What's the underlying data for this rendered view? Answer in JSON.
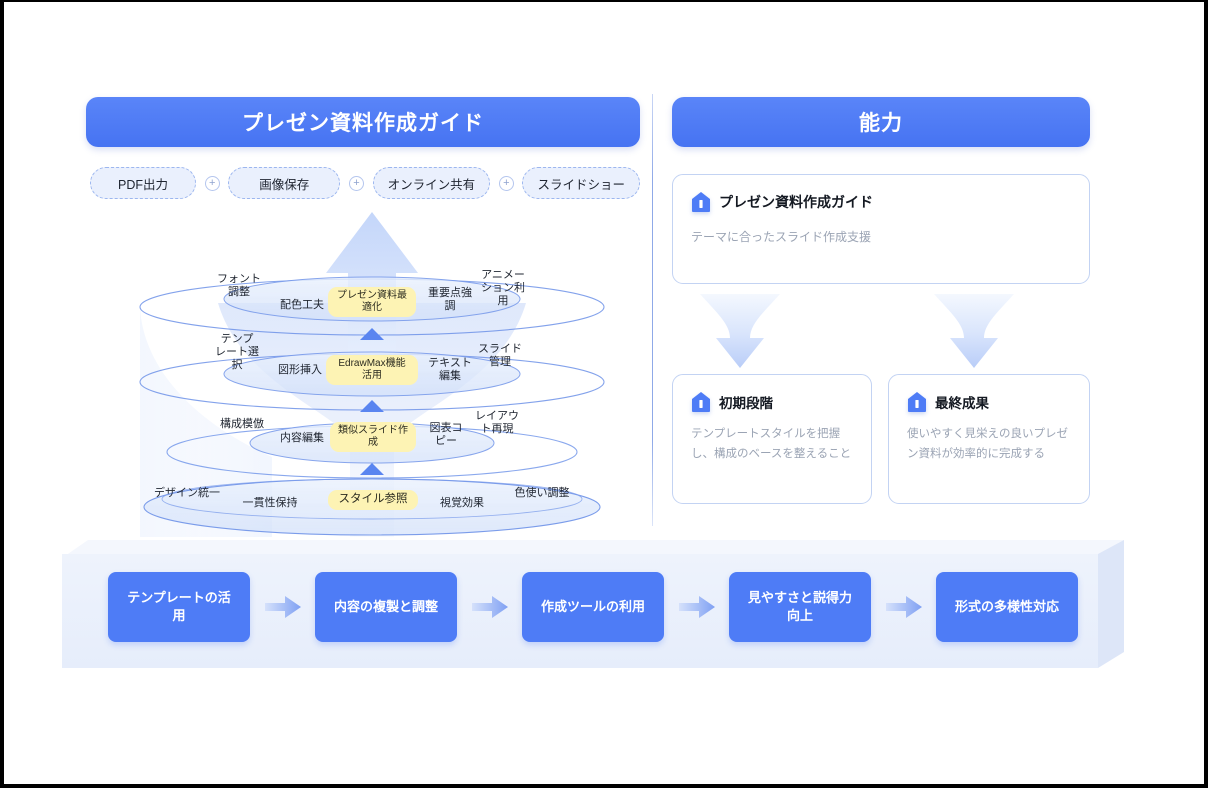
{
  "theme": {
    "accent": "#4e7cf6",
    "accent_dark": "#4673f2",
    "pill_bg": "#eaf0fd",
    "pill_border": "#9cb6ef",
    "highlight_yellow": "#fdf3b4",
    "card_border": "#c3d3f3",
    "muted_text": "#9ba4b4",
    "band_bg": "#e9effb",
    "frame_border": "#000000"
  },
  "left_panel": {
    "header": "プレゼン資料作成ガイド",
    "export_pills": [
      {
        "label": "PDF出力"
      },
      {
        "label": "画像保存"
      },
      {
        "label": "オンライン共有"
      },
      {
        "label": "スライドショー"
      }
    ],
    "separator_icon": "plus-icon",
    "separator_glyph": "+",
    "funnel": {
      "direction_icon": "arrow-up-icon",
      "levels": [
        {
          "center": "プレゼン資料最\n適化",
          "left_outer": "フォント\n調整",
          "left_inner": "配色工夫",
          "right_inner": "重要点強\n調",
          "right_outer": "アニメー\nション利\n用"
        },
        {
          "center": "EdrawMax機能\n活用",
          "left_outer": "テンプ\nレート選\n択",
          "left_inner": "図形挿入",
          "right_inner": "テキスト\n編集",
          "right_outer": "スライド\n管理"
        },
        {
          "center": "類似スライド作\n成",
          "left_outer": "構成模倣",
          "left_inner": "内容編集",
          "right_inner": "図表コ\nピー",
          "right_outer": "レイアウ\nト再現"
        },
        {
          "center": "スタイル参照",
          "left_outer": "デザイン統一",
          "left_inner": "一貫性保持",
          "right_inner": "視覚効果",
          "right_outer": "色使い調整"
        }
      ]
    }
  },
  "right_panel": {
    "header": "能力",
    "top_card": {
      "icon": "house-info-icon",
      "icon_glyph": "I",
      "title": "プレゼン資料作成ガイド",
      "description": "テーマに合ったスライド作成支援"
    },
    "flow_icon": "arrow-down-funnel-icon",
    "bottom_cards": [
      {
        "icon": "house-info-icon",
        "icon_glyph": "I",
        "title": "初期段階",
        "description": "テンプレートスタイルを把握し、構成のベースを整えること"
      },
      {
        "icon": "house-info-icon",
        "icon_glyph": "I",
        "title": "最終成果",
        "description": "使いやすく見栄えの良いプレゼン資料が効率的に完成する"
      }
    ]
  },
  "bottom_flow": {
    "arrow_icon": "arrow-right-icon",
    "steps": [
      {
        "label": "テンプレートの活\n用"
      },
      {
        "label": "内容の複製と調整"
      },
      {
        "label": "作成ツールの利用"
      },
      {
        "label": "見やすさと説得力\n向上"
      },
      {
        "label": "形式の多様性対応"
      }
    ]
  }
}
